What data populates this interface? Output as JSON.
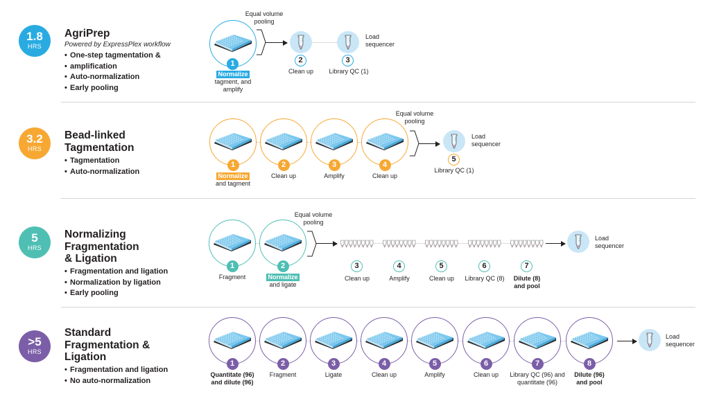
{
  "colors": {
    "agriprep": "#29abe2",
    "beadlinked": "#f7a833",
    "normalizing": "#4fbfb4",
    "standard": "#7b5ea7",
    "tube_bg": "#c9e6f7",
    "plate": "#7cc8ee"
  },
  "rows": [
    {
      "id": "agriprep",
      "time": "1.8",
      "unit": "HRS",
      "title": "AgriPrep",
      "subtitle": "Powered by ExpressPlex workflow",
      "bullets": [
        "One-step tagmentation &",
        "amplification",
        "Auto-normalization",
        "Early pooling"
      ],
      "pooling": [
        "Equal volume",
        "pooling"
      ],
      "steps": [
        {
          "n": "1",
          "highlight": "Normalize",
          "lines": [
            "tagment, and",
            "amplify"
          ]
        },
        {
          "n": "2",
          "lines": [
            "Clean up"
          ]
        },
        {
          "n": "3",
          "lines": [
            "Library QC (1)"
          ]
        }
      ],
      "load": [
        "Load",
        "sequencer"
      ]
    },
    {
      "id": "beadlinked",
      "time": "3.2",
      "unit": "HRS",
      "title_lines": [
        "Bead-linked",
        "Tagmentation"
      ],
      "bullets": [
        "Tagmentation",
        "Auto-normalization"
      ],
      "pooling": [
        "Equal volume",
        "pooling"
      ],
      "steps": [
        {
          "n": "1",
          "highlight": "Normalize",
          "lines": [
            "and tagment"
          ]
        },
        {
          "n": "2",
          "lines": [
            "Clean up"
          ]
        },
        {
          "n": "3",
          "lines": [
            "Amplify"
          ]
        },
        {
          "n": "4",
          "lines": [
            "Clean up"
          ]
        },
        {
          "n": "5",
          "lines": [
            "Library QC (1)"
          ]
        }
      ],
      "load": [
        "Load",
        "sequencer"
      ]
    },
    {
      "id": "normalizing",
      "time": "5",
      "unit": "HRS",
      "title_lines": [
        "Normalizing",
        "Fragmentation",
        "& Ligation"
      ],
      "bullets": [
        "Fragmentation and ligation",
        "Normalization by ligation",
        "Early pooling"
      ],
      "pooling": [
        "Equal volume",
        "pooling"
      ],
      "steps": [
        {
          "n": "1",
          "lines": [
            "Fragment"
          ]
        },
        {
          "n": "2",
          "highlight": "Normalize",
          "lines": [
            "and ligate"
          ]
        },
        {
          "n": "3",
          "lines": [
            "Clean up"
          ]
        },
        {
          "n": "4",
          "lines": [
            "Amplify"
          ]
        },
        {
          "n": "5",
          "lines": [
            "Clean up"
          ]
        },
        {
          "n": "6",
          "lines": [
            "Library QC (8)"
          ]
        },
        {
          "n": "7",
          "bold": true,
          "lines": [
            "Dilute (8)",
            "and pool"
          ]
        }
      ],
      "load": [
        "Load",
        "sequencer"
      ]
    },
    {
      "id": "standard",
      "time": ">5",
      "unit": "HRS",
      "title_lines": [
        "Standard",
        "Fragmentation &",
        "Ligation"
      ],
      "bullets": [
        "Fragmentation and ligation",
        "No auto-normalization"
      ],
      "steps": [
        {
          "n": "1",
          "bold": true,
          "lines": [
            "Quantitate (96)",
            "and dilute (96)"
          ]
        },
        {
          "n": "2",
          "lines": [
            "Fragment"
          ]
        },
        {
          "n": "3",
          "lines": [
            "Ligate"
          ]
        },
        {
          "n": "4",
          "lines": [
            "Clean up"
          ]
        },
        {
          "n": "5",
          "lines": [
            "Amplify"
          ]
        },
        {
          "n": "6",
          "lines": [
            "Clean up"
          ]
        },
        {
          "n": "7",
          "lines": [
            "Library QC (96) and",
            "quantitate (96)"
          ]
        },
        {
          "n": "8",
          "bold": true,
          "lines": [
            "Dilute (96)",
            "and pool"
          ]
        }
      ],
      "load": [
        "Load",
        "sequencer"
      ]
    }
  ]
}
